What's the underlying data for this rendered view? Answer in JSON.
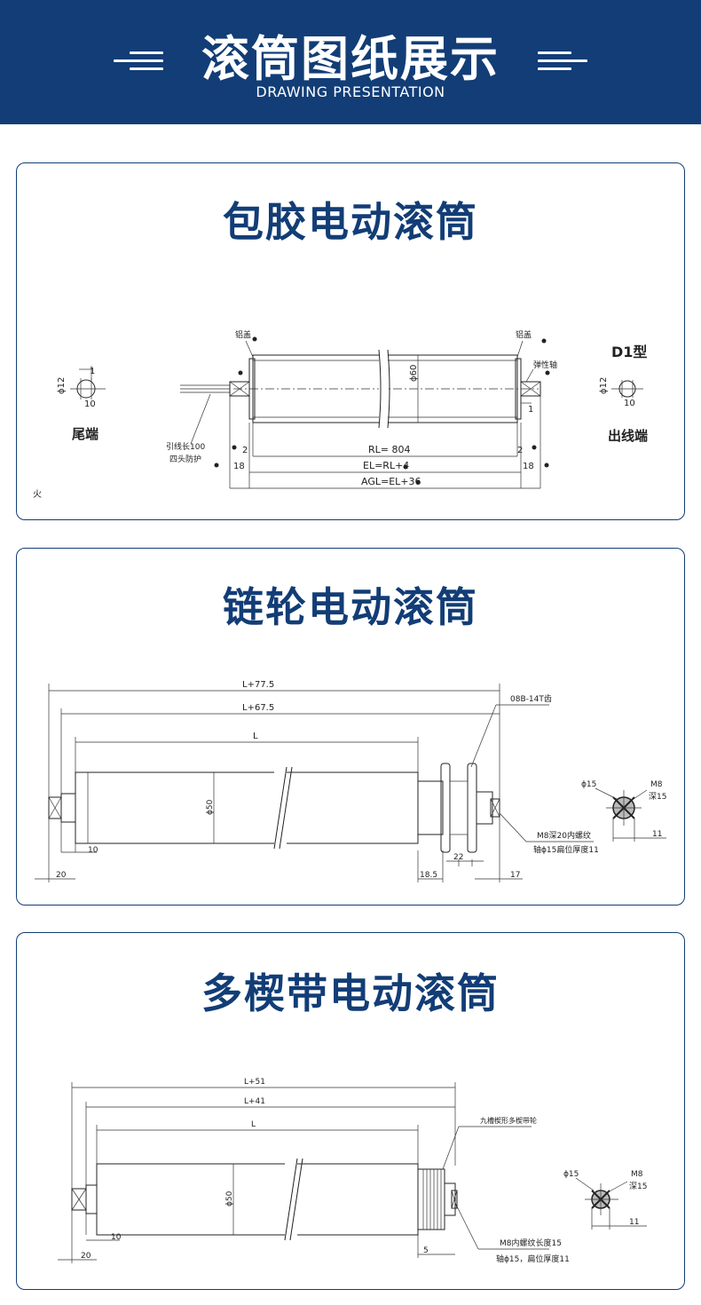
{
  "header": {
    "title": "滚筒图纸展示",
    "subtitle": "DRAWING PRESENTATION"
  },
  "cards": [
    {
      "title": "包胶电动滚筒",
      "labels": {
        "tail_end": "尾端",
        "outlet_end": "出线端",
        "model": "D1型",
        "aluminum_cover_left": "铝盖",
        "aluminum_cover_right": "铝盖",
        "elastic_shaft": "弹性轴",
        "cable_length": "引线长100",
        "cable_protect": "四头防护",
        "dia_shaft_left": "ϕ12",
        "dia_shaft_right": "ϕ12",
        "dim_1_left": "1",
        "dim_1_right": "1",
        "dim_10_left": "10",
        "dim_10_right": "10",
        "dia_60": "ϕ60",
        "dim_2_left": "2",
        "dim_2_right": "2",
        "rl": "RL= 804",
        "dim_18_left": "18",
        "dim_18_right": "18",
        "el": "EL=RL+4",
        "agl": "AGL=EL+36",
        "corner_mark": "火"
      }
    },
    {
      "title": "链轮电动滚筒",
      "labels": {
        "l775": "L+77.5",
        "l675": "L+67.5",
        "l": "L",
        "sprocket": "08B-14T齿",
        "dia50": "ϕ50",
        "dim10": "10",
        "dim20": "20",
        "dim185": "18.5",
        "dim22": "22",
        "dim17": "17",
        "thread": "M8深20内螺纹",
        "shaft_note": "轴ϕ15扁位厚度11",
        "dia15": "ϕ15",
        "m8": "M8",
        "deep15": "深15",
        "dim11": "11"
      }
    },
    {
      "title": "多楔带电动滚筒",
      "labels": {
        "l51": "L+51",
        "l41": "L+41",
        "l": "L",
        "belt": "九槽楔形多楔带轮",
        "dia50": "ϕ50",
        "dim10": "10",
        "dim20": "20",
        "dim5": "5",
        "thread": "M8内螺纹长度15",
        "shaft_note": "轴ϕ15，扁位厚度11",
        "dia15": "ϕ15",
        "m8": "M8",
        "deep15": "深15",
        "dim11": "11"
      }
    }
  ]
}
